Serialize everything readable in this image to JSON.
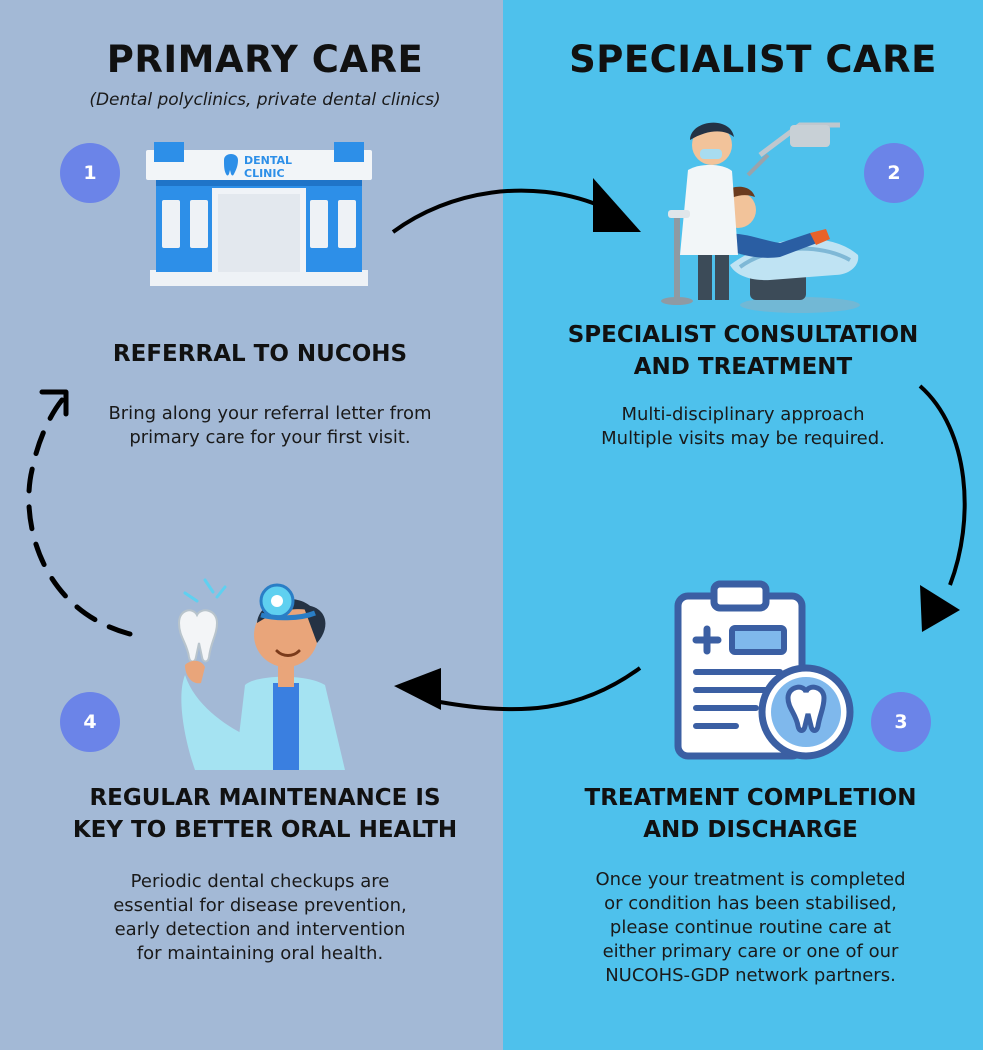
{
  "left_panel": {
    "heading": "PRIMARY CARE",
    "subheading": "(Dental polyclinics, private dental clinics)"
  },
  "right_panel": {
    "heading": "SPECIALIST CARE"
  },
  "steps": [
    {
      "number": "1",
      "title_lines": [
        "REFERRAL TO NUCOHS"
      ],
      "body_lines": [
        "Bring along your referral letter from",
        "primary care for your first visit."
      ]
    },
    {
      "number": "2",
      "title_lines": [
        "SPECIALIST CONSULTATION",
        "AND TREATMENT"
      ],
      "body_lines": [
        "Multi-disciplinary approach",
        "Multiple visits may be required."
      ]
    },
    {
      "number": "3",
      "title_lines": [
        "TREATMENT COMPLETION",
        "AND DISCHARGE"
      ],
      "body_lines": [
        "Once your treatment is completed",
        "or condition has been stabilised,",
        "please continue routine care at",
        "either primary care or one of our",
        "NUCOHS-GDP network partners."
      ]
    },
    {
      "number": "4",
      "title_lines": [
        "REGULAR MAINTENANCE  IS",
        "KEY TO BETTER ORAL HEALTH"
      ],
      "body_lines": [
        "Periodic dental checkups are",
        "essential for disease prevention,",
        "early detection and intervention",
        "for maintaining oral health."
      ]
    }
  ],
  "clinic_sign": {
    "line1": "DENTAL",
    "line2": "CLINIC"
  },
  "colors": {
    "left_bg": "#a3b9d6",
    "right_bg": "#4ec1ec",
    "badge": "#6b84e8",
    "arrow": "#000000"
  },
  "icons": [
    "dental-clinic-building-icon",
    "dentist-with-patient-icon",
    "clipboard-tooth-icon",
    "dentist-holding-tooth-icon"
  ]
}
